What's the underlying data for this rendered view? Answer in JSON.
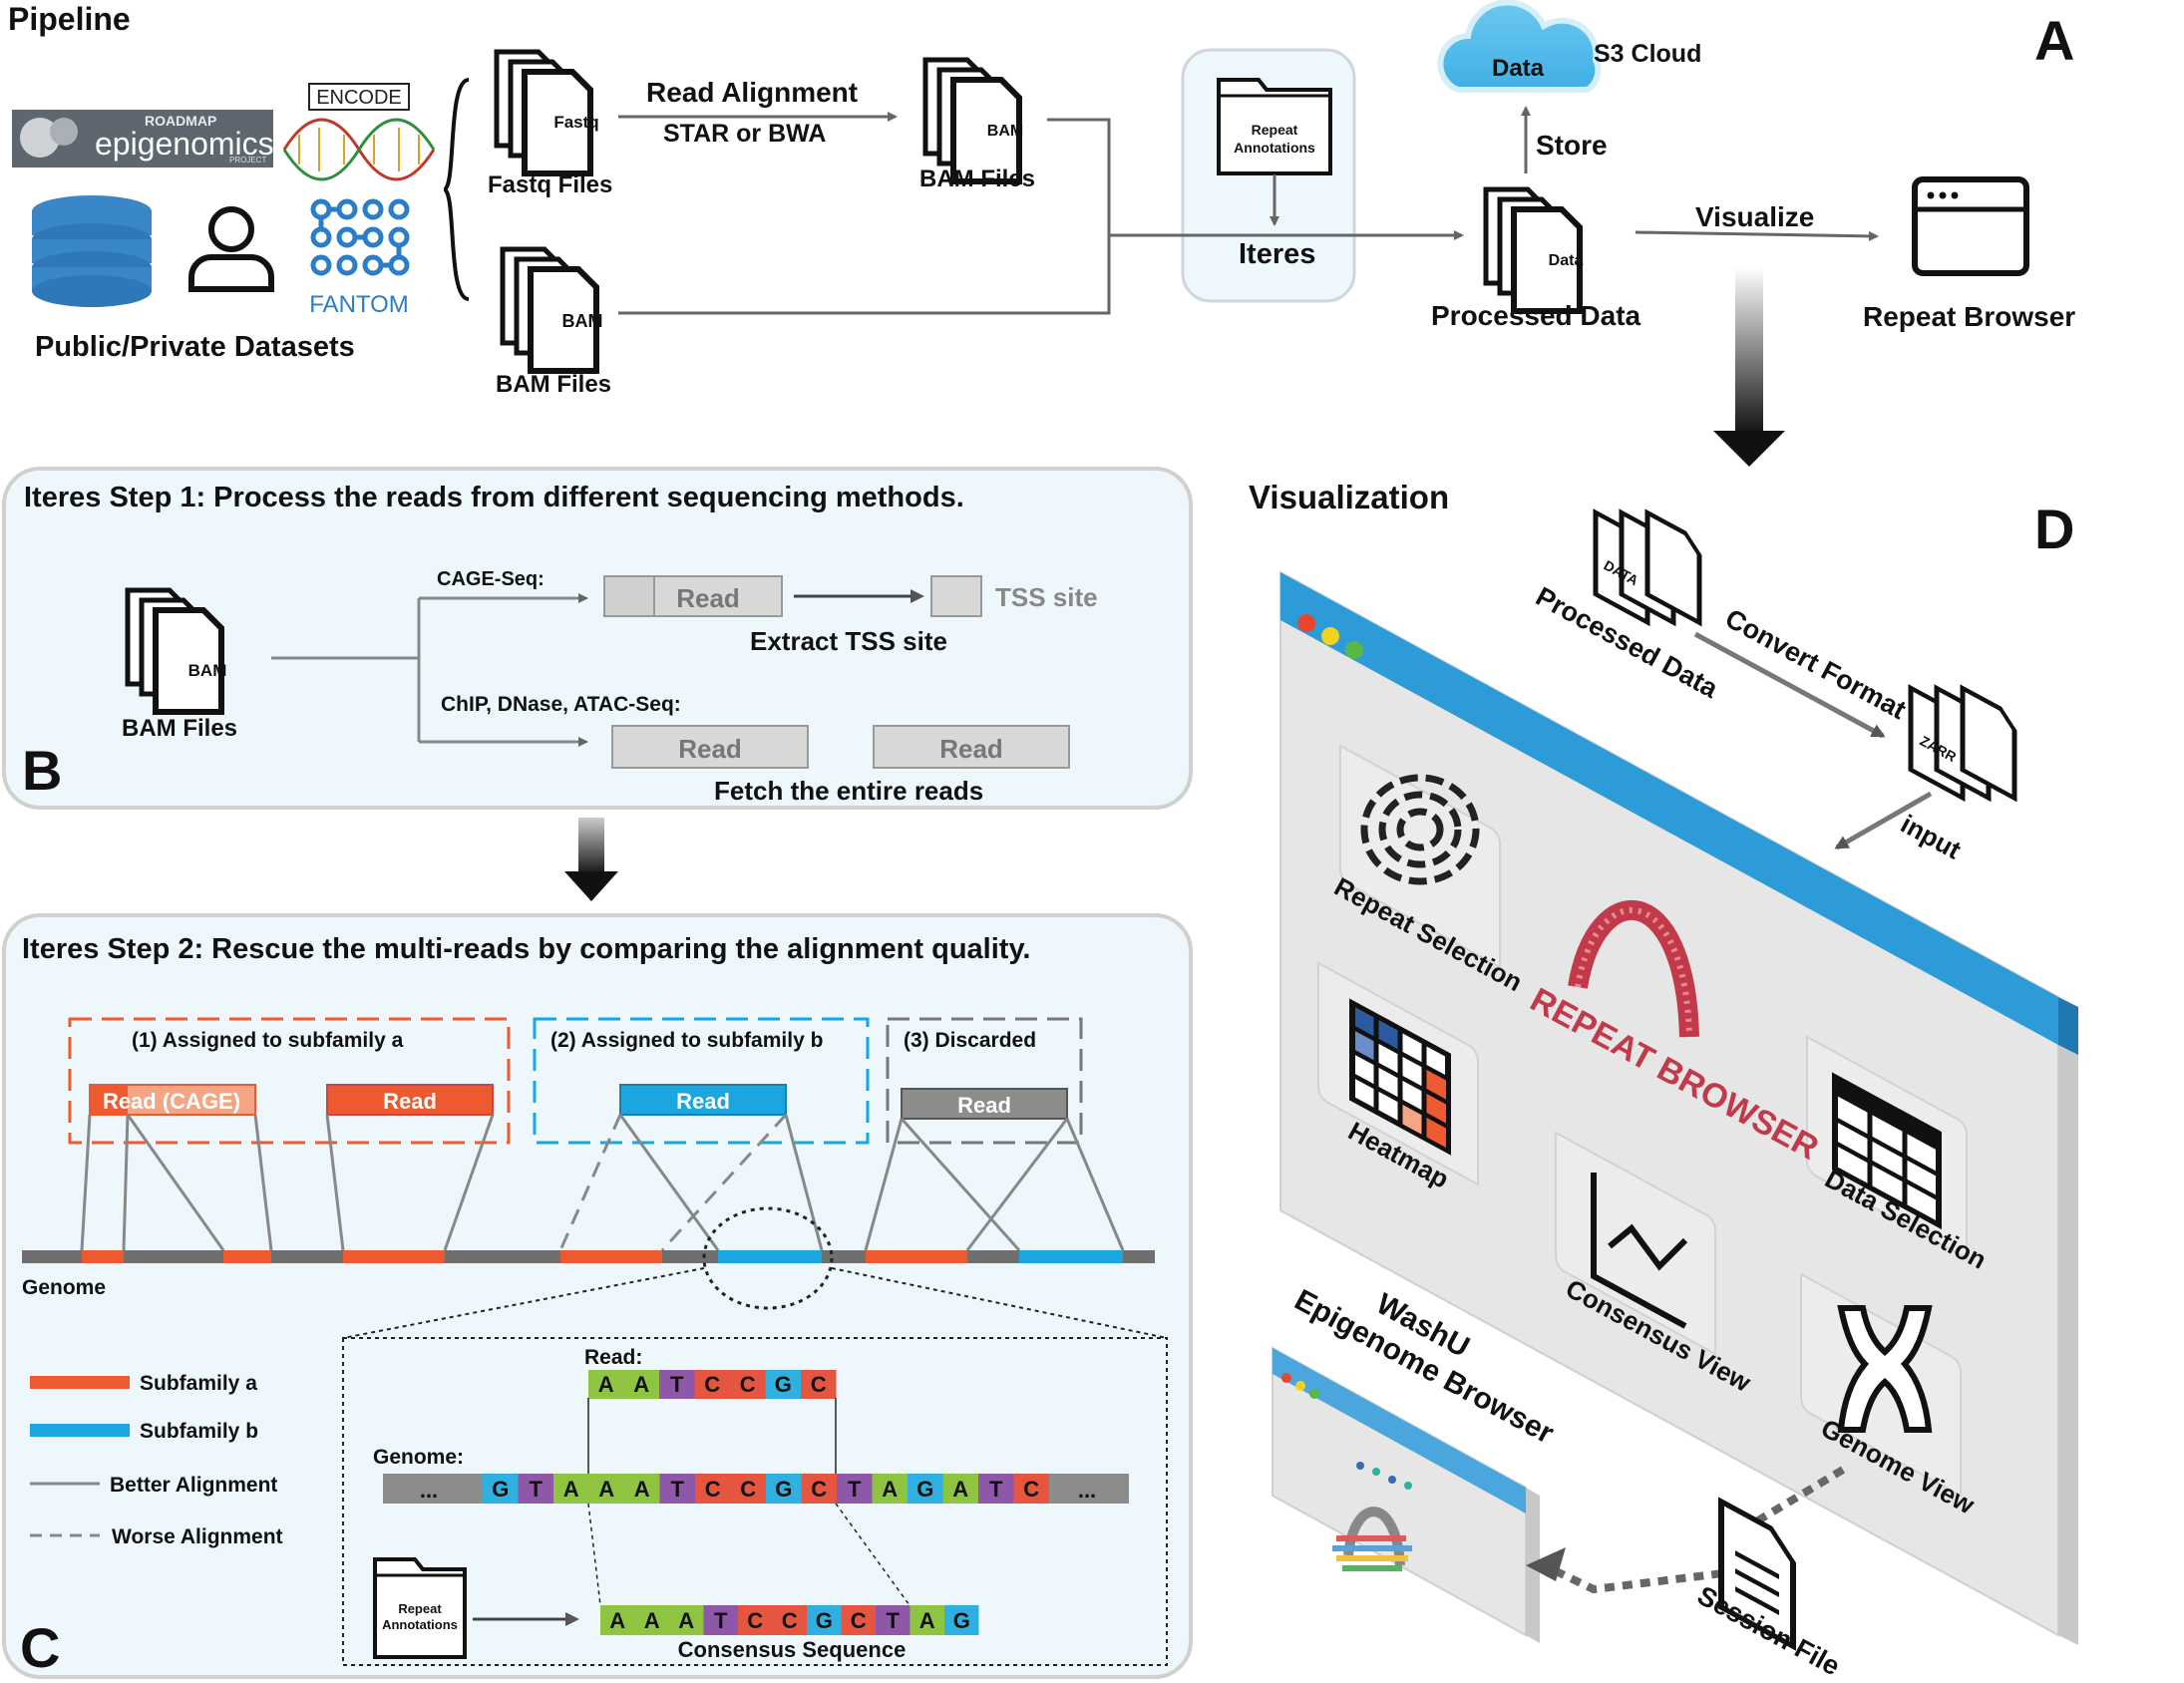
{
  "panel_a": {
    "header": "Pipeline",
    "letter": "A",
    "sources": {
      "roadmap_small": "ROADMAP",
      "roadmap": "epigenomics",
      "roadmap_project": "PROJECT",
      "encode": "ENCODE",
      "fantom": "FANTOM",
      "caption": "Public/Private Datasets"
    },
    "fastq_doc": "Fastq",
    "fastq_files": "Fastq Files",
    "bam_doc": "BAM",
    "bam_files_top": "BAM Files",
    "bam_files_bottom": "BAM Files",
    "read_alignment": "Read Alignment",
    "star_bwa": "STAR or BWA",
    "repeat_annotations_l1": "Repeat",
    "repeat_annotations_l2": "Annotations",
    "iteres": "Iteres",
    "cloud_label": "Data",
    "s3": "S3 Cloud",
    "store": "Store",
    "data_doc": "Data",
    "processed": "Processed Data",
    "visualize": "Visualize",
    "repeat_browser": "Repeat Browser"
  },
  "panel_b": {
    "letter": "B",
    "title": "Iteres Step 1: Process the reads from different sequencing methods.",
    "bam_files": "BAM Files",
    "cage": "CAGE-Seq:",
    "read": "Read",
    "tss": "TSS site",
    "extract": "Extract TSS site",
    "chip": "ChIP, DNase, ATAC-Seq:",
    "read2": "Read",
    "read3": "Read",
    "fetch": "Fetch the entire reads"
  },
  "panel_c": {
    "letter": "C",
    "title": "Iteres Step 2: Rescue the multi-reads by comparing the alignment quality.",
    "box1": "(1) Assigned to subfamily a",
    "box2": "(2) Assigned to subfamily b",
    "box3": "(3) Discarded",
    "read_cage": "Read (CAGE)",
    "read_a": "Read",
    "read_b": "Read",
    "read_d": "Read",
    "genome": "Genome",
    "legend": {
      "subfamily_a": "Subfamily a",
      "subfamily_b": "Subfamily b",
      "better": "Better Alignment",
      "worse": "Worse Alignment"
    },
    "read_label": "Read:",
    "read_seq": [
      "A",
      "A",
      "T",
      "C",
      "C",
      "G",
      "C"
    ],
    "genome_label": "Genome:",
    "genome_seq": [
      "G",
      "T",
      "A",
      "A",
      "A",
      "T",
      "C",
      "C",
      "G",
      "C",
      "T",
      "A",
      "G",
      "A",
      "T",
      "C"
    ],
    "ellipsis": "...",
    "consensus_seq": [
      "A",
      "A",
      "A",
      "T",
      "C",
      "C",
      "G",
      "C",
      "T",
      "A",
      "G"
    ],
    "consensus_label": "Consensus Sequence",
    "ann_l1": "Repeat",
    "ann_l2": "Annotations"
  },
  "panel_d": {
    "letter": "D",
    "title": "Visualization",
    "data_doc": "DATA",
    "zarr_doc": "ZARR",
    "processed": "Processed Data",
    "convert": "Convert Format",
    "input": "input",
    "logo_text": "REPEAT BROWSER",
    "repeat_selection": "Repeat Selection",
    "heatmap": "Heatmap",
    "consensus_view": "Consensus View",
    "data_selection": "Data Selection",
    "genome_view": "Genome View",
    "washu_l1": "WashU",
    "washu_l2": "Epigenome Browser",
    "session_file": "Session File"
  },
  "colors": {
    "orange": "#ee5a2f",
    "blue": "#1aa7e0",
    "gray": "#8c8c8c",
    "panel_bg": "#eef7fb",
    "nuc_A": "#8ec43f",
    "nuc_T": "#8e57a8",
    "nuc_C": "#e5553f",
    "nuc_G": "#2fb0e0",
    "window_bar": "#2d9bd8",
    "accent_red": "#c23a4a"
  }
}
